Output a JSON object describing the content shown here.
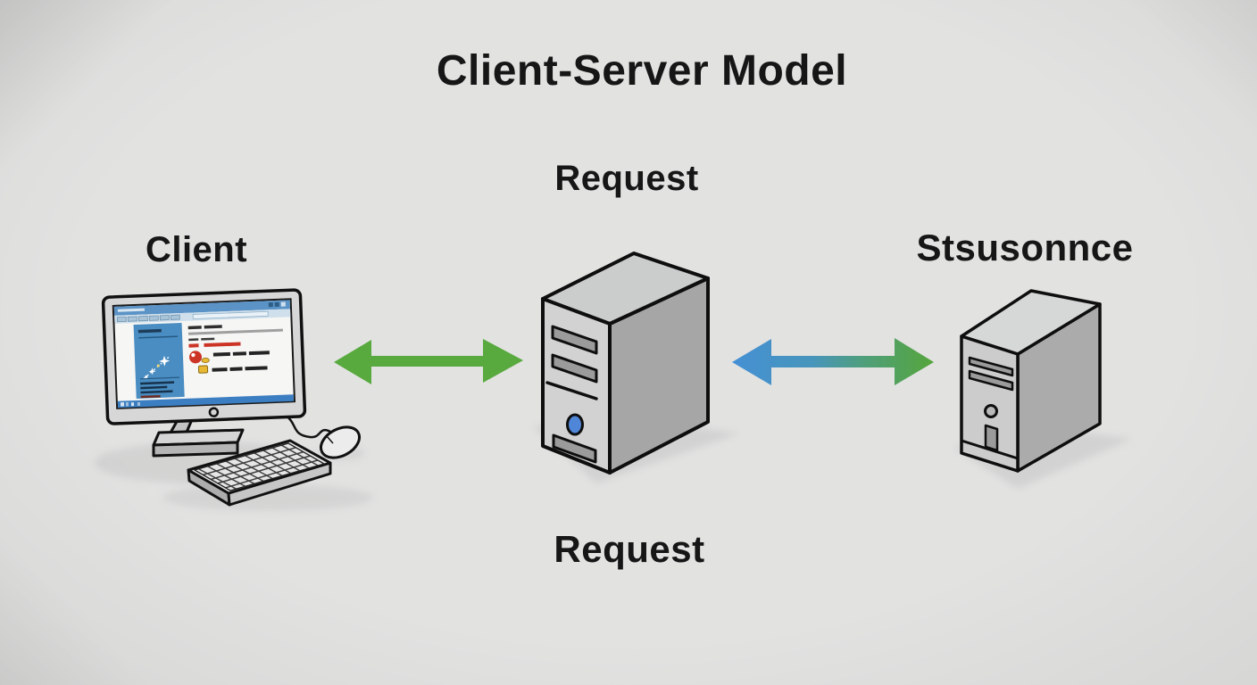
{
  "labels": {
    "title": "Client-Server Model",
    "request_top": "Request",
    "client": "Client",
    "server_response": "Stsusonnce",
    "request_bottom": "Request"
  },
  "nodes": [
    {
      "id": "client",
      "label": "Client",
      "icon": "desktop-computer-icon",
      "position": "left"
    },
    {
      "id": "server",
      "label": "",
      "icon": "server-tower-icon",
      "position": "center"
    },
    {
      "id": "backend-server",
      "label": "Stsusonnce",
      "icon": "server-tower-icon",
      "position": "right"
    }
  ],
  "connections": [
    {
      "from": "client",
      "to": "server",
      "type": "bidirectional-arrow",
      "color": "#58a93e",
      "label_above": "Request",
      "label_below": "Request"
    },
    {
      "from": "server",
      "to": "backend-server",
      "type": "bidirectional-arrow",
      "color_left": "#4590d4",
      "color_right": "#55a53b"
    }
  ],
  "icons": {
    "client": "desktop-computer-icon",
    "server": "server-tower-icon",
    "backend_server": "server-tower-icon",
    "left_link": "green-double-arrow-icon",
    "right_link": "blue-green-double-arrow-icon"
  },
  "colors": {
    "background": "#e2e2e1",
    "text": "#161616",
    "arrow_green": "#58a93e",
    "arrow_blue": "#4590d4",
    "server_front": "#d2d2d2",
    "server_side": "#a6a6a6",
    "server_top": "#cbcdcc",
    "power_button": "#4f86d8",
    "screen_titlebar": "#5b93c6",
    "screen_sidebar": "#4a8dc2",
    "screen_taskbar": "#3c7ec2",
    "screen_accent_red": "#cc3426",
    "screen_accent_yellow": "#e8b832"
  }
}
